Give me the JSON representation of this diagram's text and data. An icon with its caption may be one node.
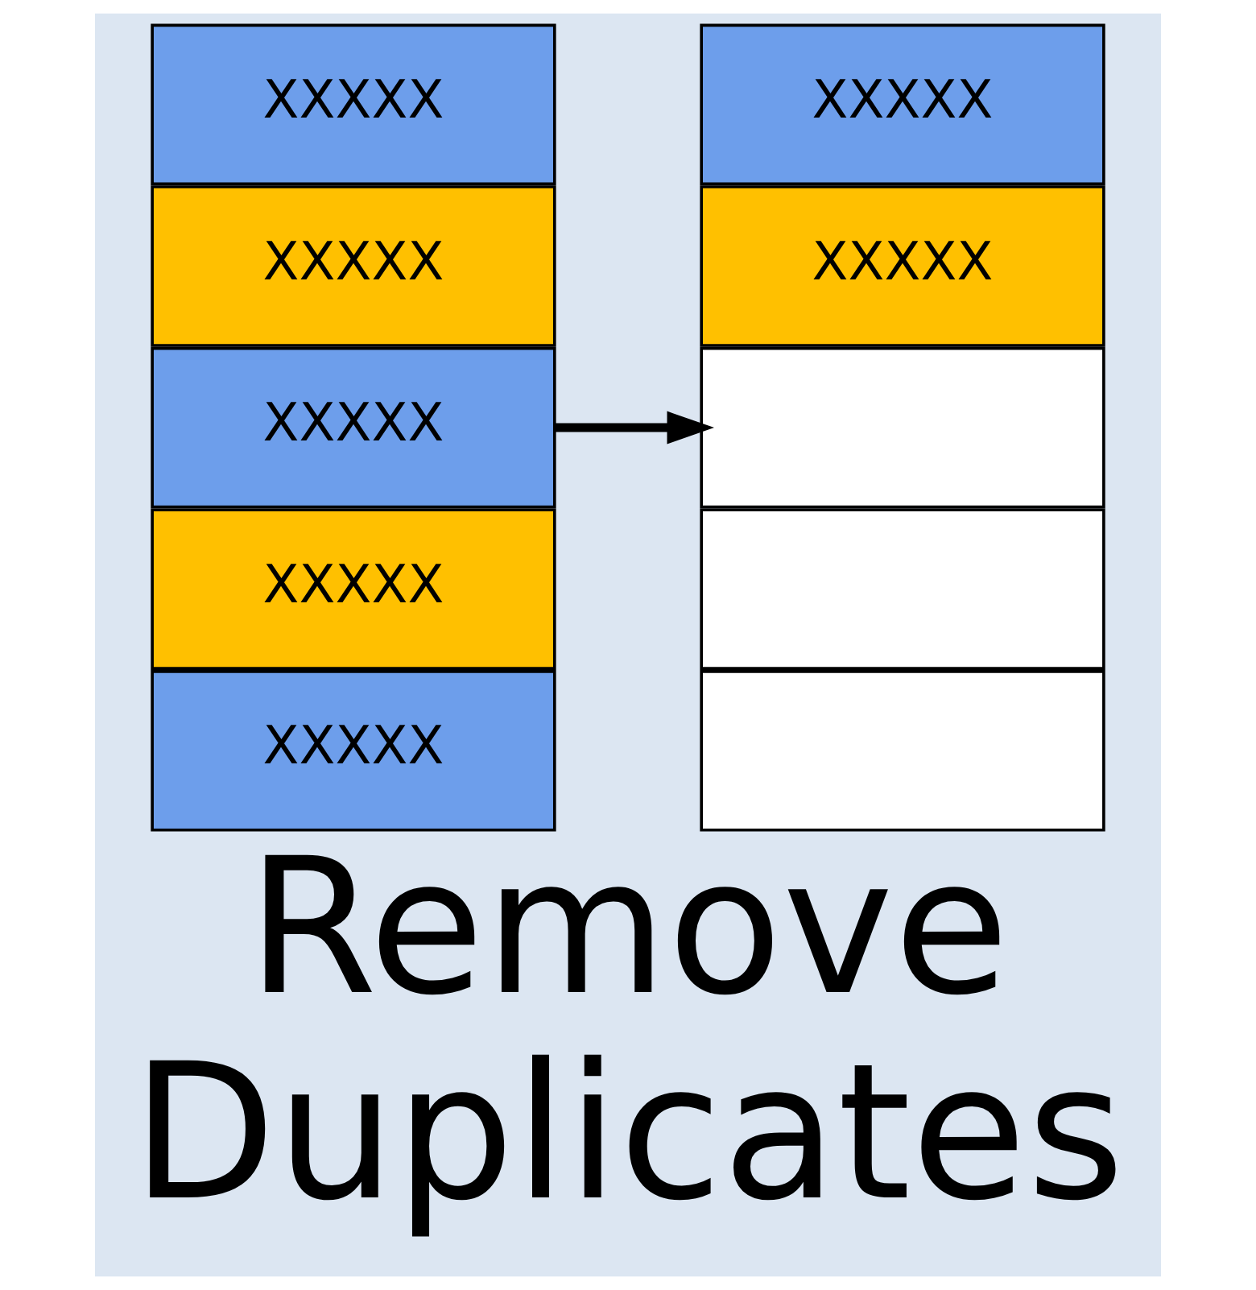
{
  "diagram": {
    "title": "Remove Duplicates",
    "nodes": [
      {
        "text": [
          "XXXXX"
        ]
      },
      {
        "text": [
          "XXXXX"
        ]
      },
      {
        "text": [
          "XXXXX"
        ]
      },
      {
        "text": [
          "XXXXX"
        ]
      },
      {
        "text": [
          "XXXXX"
        ]
      },
      {
        "text": [
          "XXXXX"
        ]
      },
      {
        "text": [
          "XXXXX"
        ]
      },
      {
        "text": [],
        "shape": "box"
      },
      {
        "text": [],
        "shape": "box"
      },
      {
        "text": [],
        "shape": "box"
      }
    ],
    "edges": [
      {
        "from": 2,
        "to": 7,
        "arrow": "to"
      }
    ]
  }
}
